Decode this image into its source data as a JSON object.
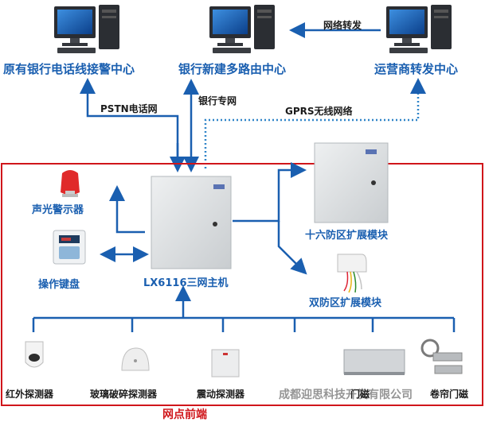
{
  "centers": {
    "left": "原有银行电话线接警中心",
    "middle": "银行新建多路由中心",
    "right": "运营商转发中心"
  },
  "links": {
    "forward": "网络转发",
    "pstn": "PSTN电话网",
    "bank_private": "银行专网",
    "gprs": "GPRS无线网络"
  },
  "host": {
    "label": "LX6116三网主机"
  },
  "modules": {
    "sixteen_zone": "十六防区扩展模块",
    "dual_zone": "双防区扩展模块"
  },
  "peripherals": {
    "alarm_siren": "声光警示器",
    "keypad": "操作键盘"
  },
  "detectors": {
    "infrared": "红外探测器",
    "glass_break": "玻璃破碎探测器",
    "vibration": "震动探测器",
    "other1": "门磁",
    "other2": "卷帘门磁"
  },
  "region_label": "网点前端",
  "watermark": "成都迎思科技开发有限公司",
  "colors": {
    "accent_blue": "#1a5fb0",
    "region_red": "#d0161b",
    "dotted_link": "#2f84c8"
  },
  "icons": {
    "computer": "desktop-computer-icon",
    "cabinet": "control-cabinet-icon",
    "siren": "siren-icon",
    "keypad": "keypad-icon",
    "pir": "pir-detector-icon",
    "glass": "glass-break-detector-icon",
    "vibration": "vibration-detector-icon",
    "shutter": "shutter-contact-icon",
    "magnetic": "magnetic-contact-icon",
    "dual_module": "dual-zone-module-icon"
  }
}
